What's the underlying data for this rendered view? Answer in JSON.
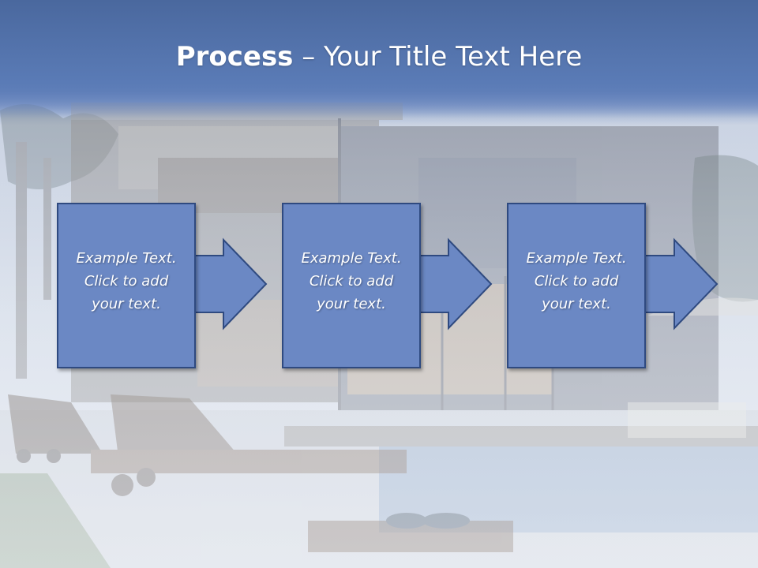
{
  "slide": {
    "title_bold": "Process",
    "title_rest": " – Your Title Text Here",
    "steps": [
      {
        "line1": "Example Text.",
        "line2": "Click  to add",
        "line3": "your text."
      },
      {
        "line1": "Example Text.",
        "line2": "Click  to add",
        "line3": "your text."
      },
      {
        "line1": "Example Text.",
        "line2": "Click  to add",
        "line3": "your text."
      }
    ]
  },
  "colors": {
    "title_bar": "#5a7bb6",
    "box_fill": "#6b88c4",
    "box_border": "#2f4a80",
    "text": "#ffffff"
  }
}
